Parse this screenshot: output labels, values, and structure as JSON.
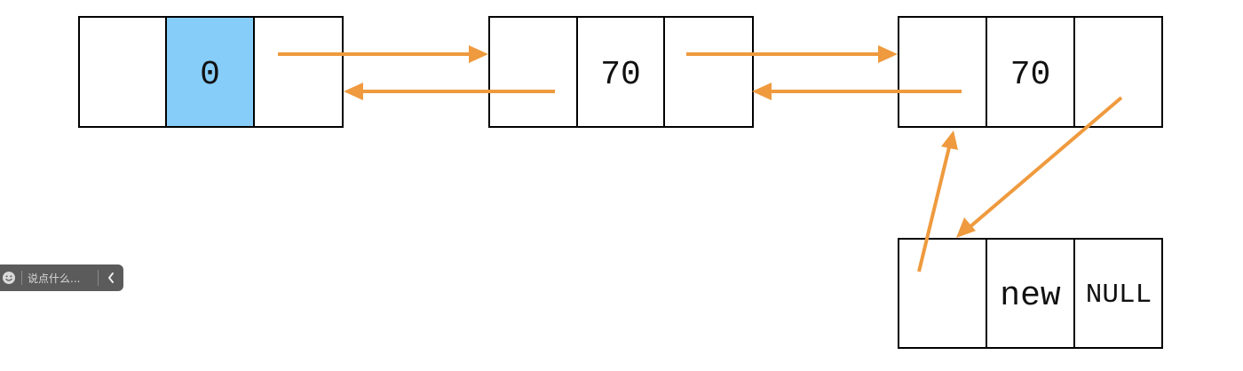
{
  "diagram": {
    "nodes": [
      {
        "id": "node-1",
        "cells": [
          "",
          "0",
          ""
        ],
        "highlight": [
          false,
          true,
          false
        ]
      },
      {
        "id": "node-2",
        "cells": [
          "",
          "70",
          ""
        ],
        "highlight": [
          false,
          false,
          false
        ]
      },
      {
        "id": "node-3",
        "cells": [
          "",
          "70",
          ""
        ],
        "highlight": [
          false,
          false,
          false
        ]
      },
      {
        "id": "node-new",
        "cells": [
          "",
          "new",
          "NULL"
        ],
        "highlight": [
          false,
          false,
          false
        ]
      }
    ],
    "colors": {
      "arrow": "#ef9a3e",
      "highlight_cell": "#87cdf9",
      "border": "#000000"
    }
  },
  "chat_bar": {
    "placeholder": "说点什么...",
    "smile_icon": "smile-icon",
    "collapse_icon": "chevron-left-icon"
  }
}
